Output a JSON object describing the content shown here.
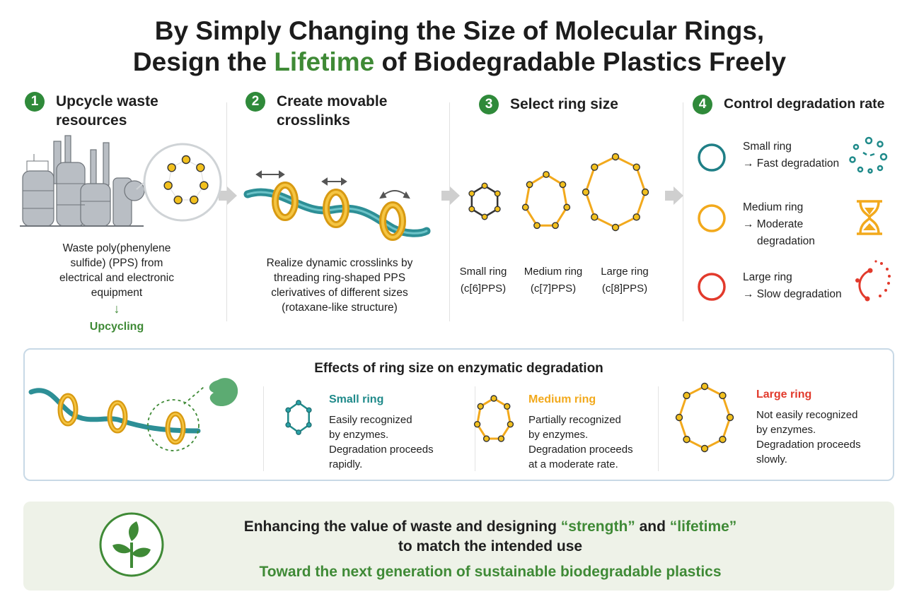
{
  "title": {
    "line1": "By Simply Changing the Size of Molecular Rings,",
    "line2_pre": "Design the ",
    "line2_highlight": "Lifetime",
    "line2_post": " of Biodegradable Plastics Freely"
  },
  "steps": [
    {
      "num": "1",
      "title_a": "Upcycle waste",
      "title_b": "resources"
    },
    {
      "num": "2",
      "title_a": "Create movable",
      "title_b": "crosslinks"
    },
    {
      "num": "3",
      "title_a": "Select ring size"
    },
    {
      "num": "4",
      "title_a": "Control degradation rate"
    }
  ],
  "step1": {
    "desc": [
      "Waste poly(phenylene",
      "sulfide) (PPS) from",
      "electrical and electronic",
      "equipment"
    ],
    "arrow": "↓",
    "upcycling": "Upcycling"
  },
  "step2": {
    "desc": [
      "Realize dynamic crosslinks by",
      "threading ring-shaped PPS",
      "clerivatives of different sizes",
      "(rotaxane-like structure)"
    ]
  },
  "step3": {
    "rings": [
      {
        "name": "Small ring",
        "code": "(c[6]PPS)"
      },
      {
        "name": "Medium ring",
        "code": "(c[7]PPS)"
      },
      {
        "name": "Large ring",
        "code": "(c[8]PPS)"
      }
    ]
  },
  "step4": {
    "items": [
      {
        "name": "Small ring",
        "rate_a": "→ Fast degradation",
        "rate_b": "",
        "color": "#1f8a8a"
      },
      {
        "name": "Medium ring",
        "rate_a": "→ Moderate",
        "rate_b": "degradation",
        "color": "#f2a91c"
      },
      {
        "name": "Large ring",
        "rate_a": "→ Slow degradation",
        "rate_b": "",
        "color": "#e23a2c"
      }
    ]
  },
  "effects": {
    "title": "Effects of ring size on enzymatic degradation",
    "cards": [
      {
        "head": "Small ring",
        "color": "#1f8a8a",
        "body": [
          "Easily recognized",
          "by enzymes.",
          "Degradation proceeds",
          "rapidly."
        ]
      },
      {
        "head": "Medium ring",
        "color": "#f2a91c",
        "body": [
          "Partially recognized",
          "by enzymes.",
          "Degradation proceeds",
          "at a moderate rate."
        ]
      },
      {
        "head": "Large ring",
        "color": "#e23a2c",
        "body": [
          "Not easily recognized",
          "by enzymes.",
          "Degradation proceeds",
          "slowly."
        ]
      }
    ]
  },
  "bottom": {
    "line1_a": "Enhancing the value of waste and designing ",
    "line1_q1": "“strength”",
    "line1_b": " and ",
    "line1_q2": "“lifetime”",
    "line2": "to match the intended use",
    "line3": "Toward the next generation of sustainable biodegradable plastics"
  },
  "colors": {
    "accent_green": "#3f8a36",
    "teal": "#1f8a8a",
    "orange": "#f2a91c",
    "red": "#e23a2c"
  }
}
